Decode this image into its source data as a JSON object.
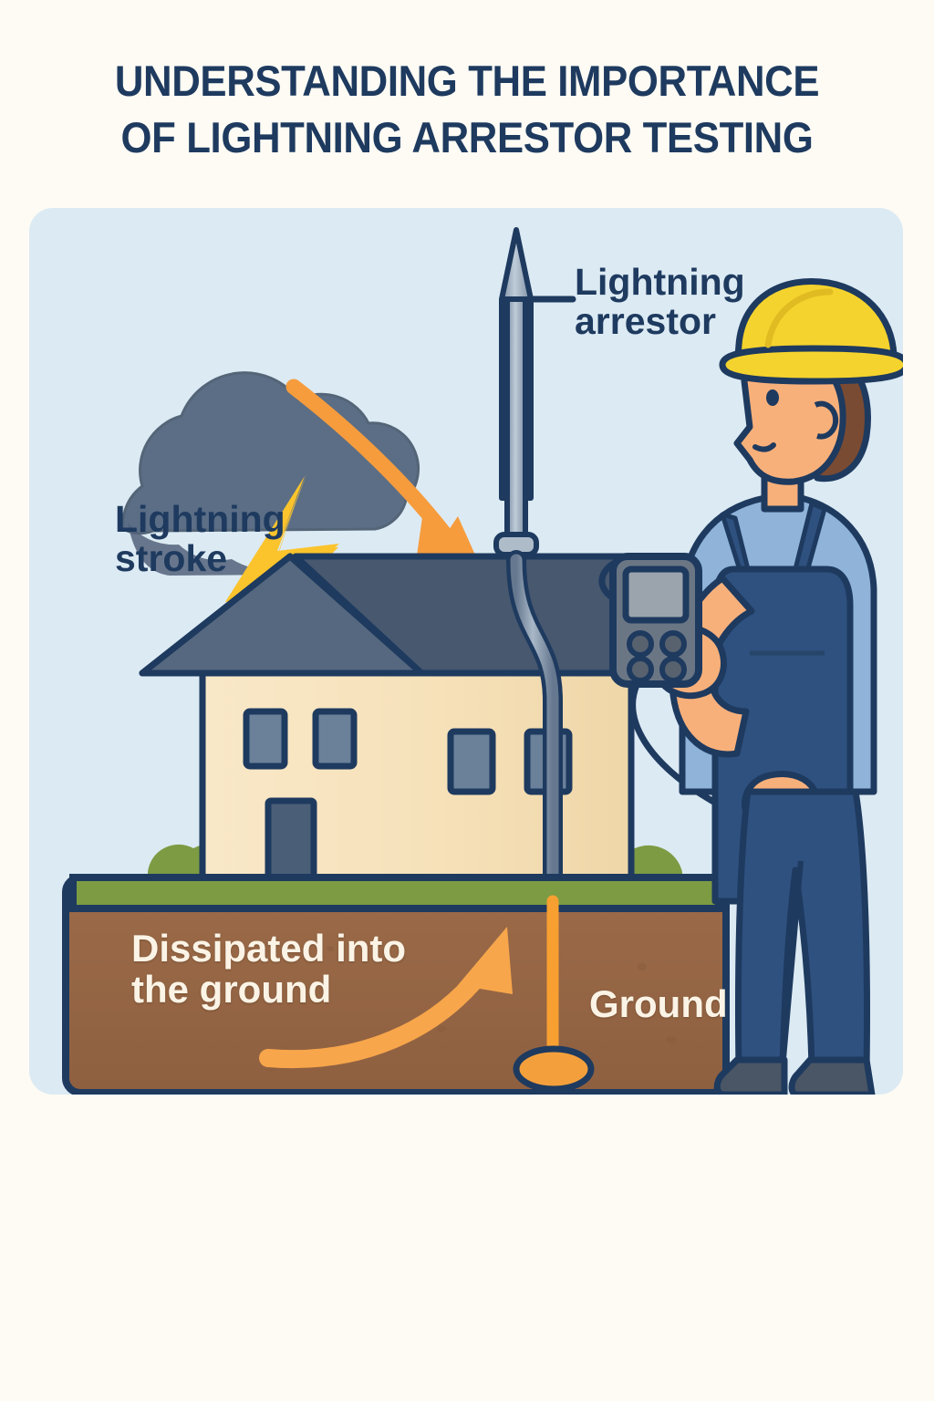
{
  "page": {
    "background_color": "#FDFBF4"
  },
  "title": {
    "line1": "UNDERSTANDING THE IMPORTANCE",
    "line2": "OF LIGHTNING ARRESTOR TESTING",
    "color": "#1E3A5F"
  },
  "panel": {
    "background_color": "#DCEAF3",
    "outline_color": "#1E3A5F"
  },
  "labels": {
    "arrestor": "Lightning\narrestor",
    "stroke": "Lightning\nstroke",
    "dissipated": "Dissipated into\nthe ground",
    "ground": "Ground"
  },
  "scene": {
    "cloud": {
      "name": "storm-cloud",
      "color": "#5B6E86",
      "shade_color": "#4E6078"
    },
    "lightning_bolt": {
      "name": "lightning-bolt",
      "color": "#FBC42C"
    },
    "strike_arrow": {
      "name": "strike-arrow",
      "color": "#F69C3D"
    },
    "dissipation_arrow": {
      "name": "dissipation-arrow",
      "color": "#F7A64B"
    },
    "house": {
      "wall_color": "#F7E3BC",
      "wall_shade_color": "#EBD4A8",
      "roof_color": "#47586F",
      "window_color": "#667C99",
      "door_color": "#4A5E77",
      "outline_color": "#1E3A5F",
      "window_count": 4,
      "door_count": 1
    },
    "arrestor_rod": {
      "name": "lightning-arrestor-rod",
      "shaft_color": "#9FB0C2",
      "outline_color": "#1E3A5F"
    },
    "down_conductor": {
      "name": "down-conductor-cable",
      "color": "#8496AC",
      "underground_color": "#F7A031"
    },
    "ground_electrode": {
      "name": "ground-electrode-plate",
      "color": "#F3A03C"
    },
    "ground_block": {
      "grass_color": "#7C9B43",
      "soil_color": "#9A6847",
      "outline_color": "#1E3A5F"
    },
    "bushes": {
      "color": "#7C9B43",
      "count": 2
    },
    "worker": {
      "name": "technician",
      "helmet_color": "#F5D32E",
      "skin_color": "#F8B07B",
      "hair_color": "#7A4B33",
      "shirt_color": "#8FB3D9",
      "overalls_color": "#2F5180",
      "pants_color": "#2F5180",
      "boots_color": "#4A5665",
      "outline_color": "#1E3A5F"
    },
    "tester_device": {
      "name": "handheld-tester",
      "body_color": "#6B7685",
      "screen_color": "#9BA3AD",
      "button_color": "#58626F",
      "button_count": 4,
      "cable_color": "#DCEAF3"
    }
  }
}
